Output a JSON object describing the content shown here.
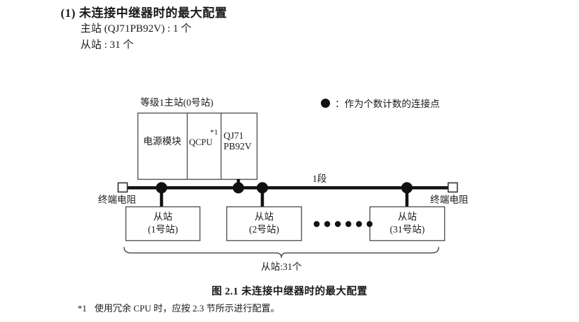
{
  "heading": {
    "number": "(1)",
    "title": "(1) 未连接中继器时的最大配置",
    "spec_master": "主站 (QJ71PB92V) : 1 个",
    "spec_slave": "从站 : 31 个"
  },
  "legend": {
    "marker": "filled-circle",
    "separator": "：",
    "text": "：作为个数计数的连接点"
  },
  "diagram": {
    "master": {
      "title": "等级1主站(0号站)",
      "modules": [
        {
          "name": "power-module",
          "label": "电源模块"
        },
        {
          "name": "cpu-module",
          "label": "QCPU",
          "footnote_marker": "*1"
        },
        {
          "name": "network-module",
          "label_line1": "QJ71",
          "label_line2": "PB92V"
        }
      ]
    },
    "bus": {
      "segment_label": "1段",
      "terminator_left": "终端电阻",
      "terminator_right": "终端电阻",
      "ellipsis": "●●●●●●"
    },
    "slaves": [
      {
        "label_line1": "从站",
        "label_line2": "(1号站)"
      },
      {
        "label_line1": "从站",
        "label_line2": "(2号站)"
      },
      {
        "label_line1": "从站",
        "label_line2": "(31号站)"
      }
    ],
    "brace_label": "从站:31个"
  },
  "caption": "图 2.1  未连接中继器时的最大配置",
  "footnote": {
    "marker": "*1",
    "text": "使用冗余 CPU 时，应按 2.3 节所示进行配置。"
  },
  "colors": {
    "line": "#555555",
    "node": "#111111",
    "text": "#1a1a1a",
    "background": "#ffffff"
  }
}
